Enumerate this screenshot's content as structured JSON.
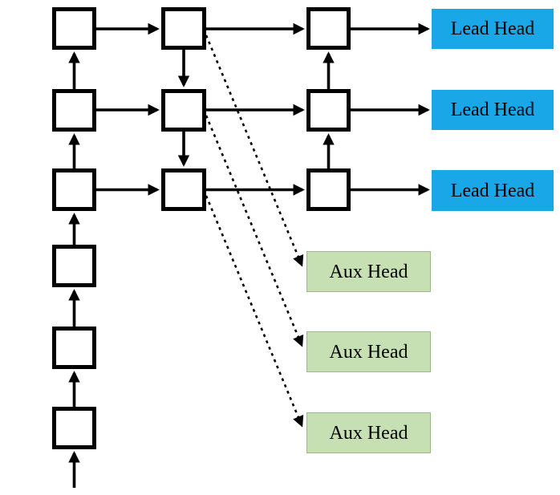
{
  "heads": {
    "lead": [
      {
        "label": "Lead Head"
      },
      {
        "label": "Lead Head"
      },
      {
        "label": "Lead Head"
      }
    ],
    "aux": [
      {
        "label": "Aux Head"
      },
      {
        "label": "Aux Head"
      },
      {
        "label": "Aux Head"
      }
    ]
  },
  "colors": {
    "lead_fill": "#19A7E8",
    "aux_fill": "#C6E0B4",
    "aux_border": "#9BB989",
    "stroke": "#000000",
    "text": "#000000",
    "background": "#FFFFFF"
  }
}
